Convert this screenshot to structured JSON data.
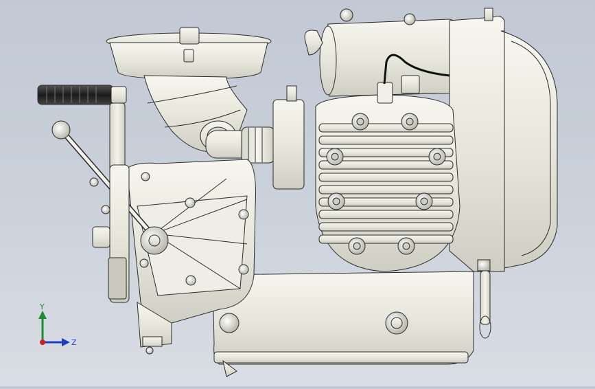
{
  "viewport": {
    "model": "engine-assembly",
    "background_top": "#c2c9d4",
    "background_bottom": "#d9dde4",
    "part_fill": "#ecebe1",
    "part_edge": "#2a2a2a"
  },
  "triad": {
    "y_label": "Y",
    "z_label": "Z",
    "y_color": "#1f8a2f",
    "z_color": "#1f3fbf",
    "x_color": "#d02020"
  }
}
